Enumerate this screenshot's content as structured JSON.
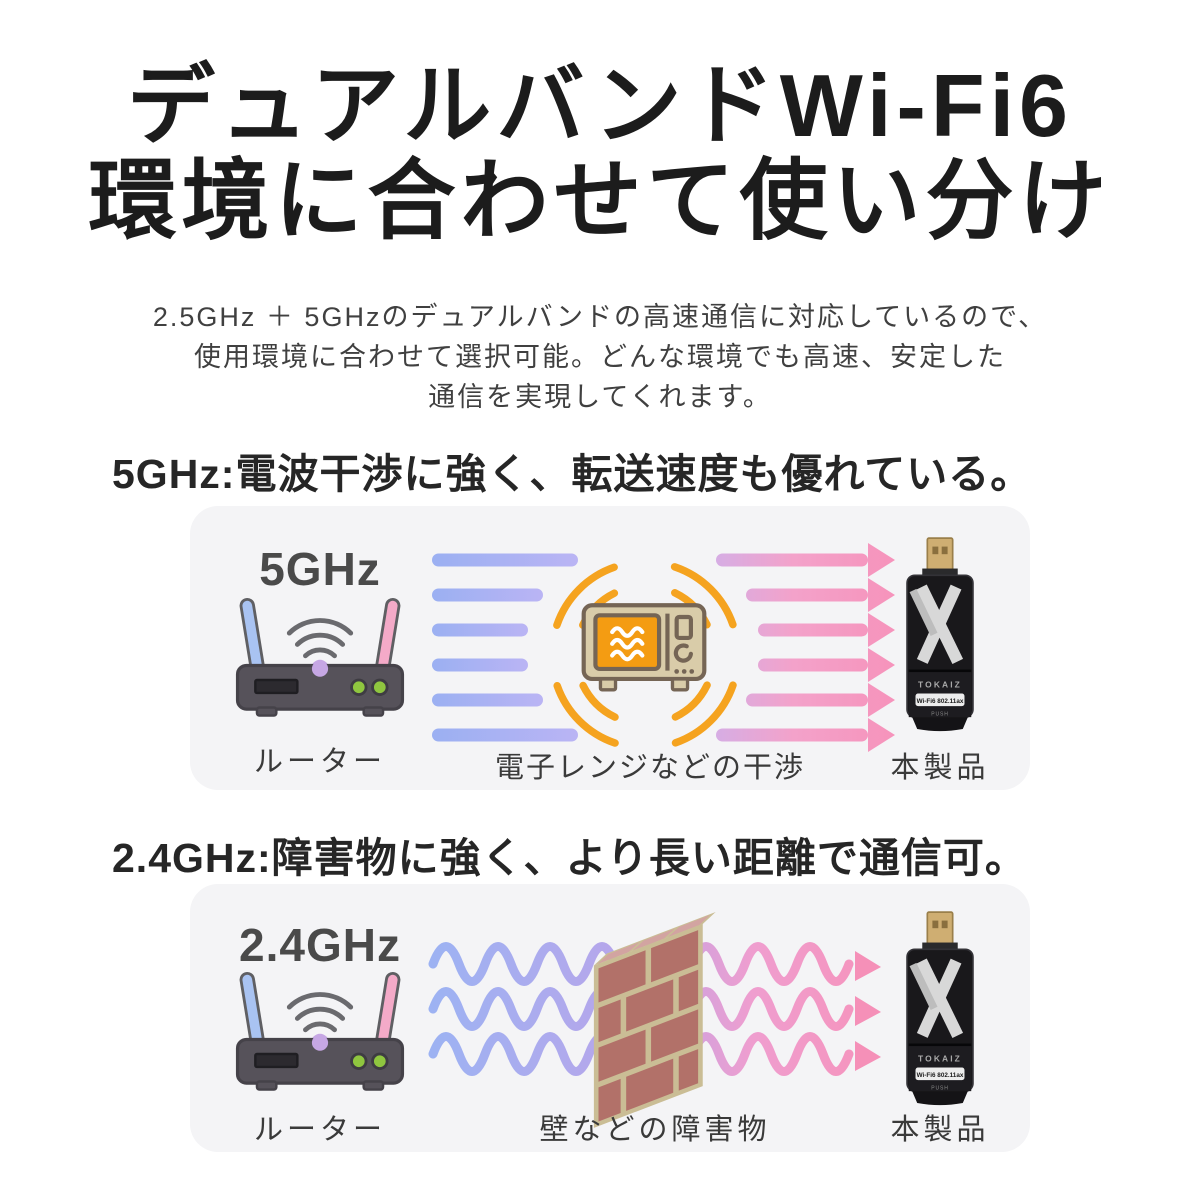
{
  "title": {
    "line1": "デュアルバンドWi-Fi6",
    "line2": "環境に合わせて使い分け"
  },
  "intro": {
    "line1": "2.5GHz ＋ 5GHzのデュアルバンドの高速通信に対応しているので、",
    "line2": "使用環境に合わせて選択可能。どんな環境でも高速、安定した",
    "line3": "通信を実現してくれます。"
  },
  "section_5ghz": {
    "heading": "5GHz:電波干渉に強く、転送速度も優れている。",
    "band_label": "5GHz",
    "router_label": "ルーター",
    "obstacle_label": "電子レンジなどの干渉",
    "product_label": "本製品"
  },
  "section_24ghz": {
    "heading": "2.4GHz:障害物に強く、より長い距離で通信可。",
    "band_label": "2.4GHz",
    "router_label": "ルーター",
    "obstacle_label": "壁などの障害物",
    "product_label": "本製品"
  },
  "product": {
    "brand": "TOKAIZ",
    "badge": "Wi-Fi6 802.11ax",
    "push_label": "PUSH"
  },
  "colors": {
    "accent_blue": "#9db3f3",
    "accent_lavender": "#b8a5ea",
    "accent_pink": "#f693bb",
    "interference_orange": "#f5a31f",
    "panel_background": "#f4f4f6",
    "title_text": "#1c1c1c",
    "body_text": "#404040",
    "router_body": "#56525a",
    "microwave_body": "#d9cca9",
    "microwave_window": "#f49c12",
    "brick_front": "#b27169",
    "brick_top": "#d2a4a1",
    "mortar": "#cabd95",
    "adapter_body": "#19181b",
    "usb_gold": "#cfae72"
  }
}
